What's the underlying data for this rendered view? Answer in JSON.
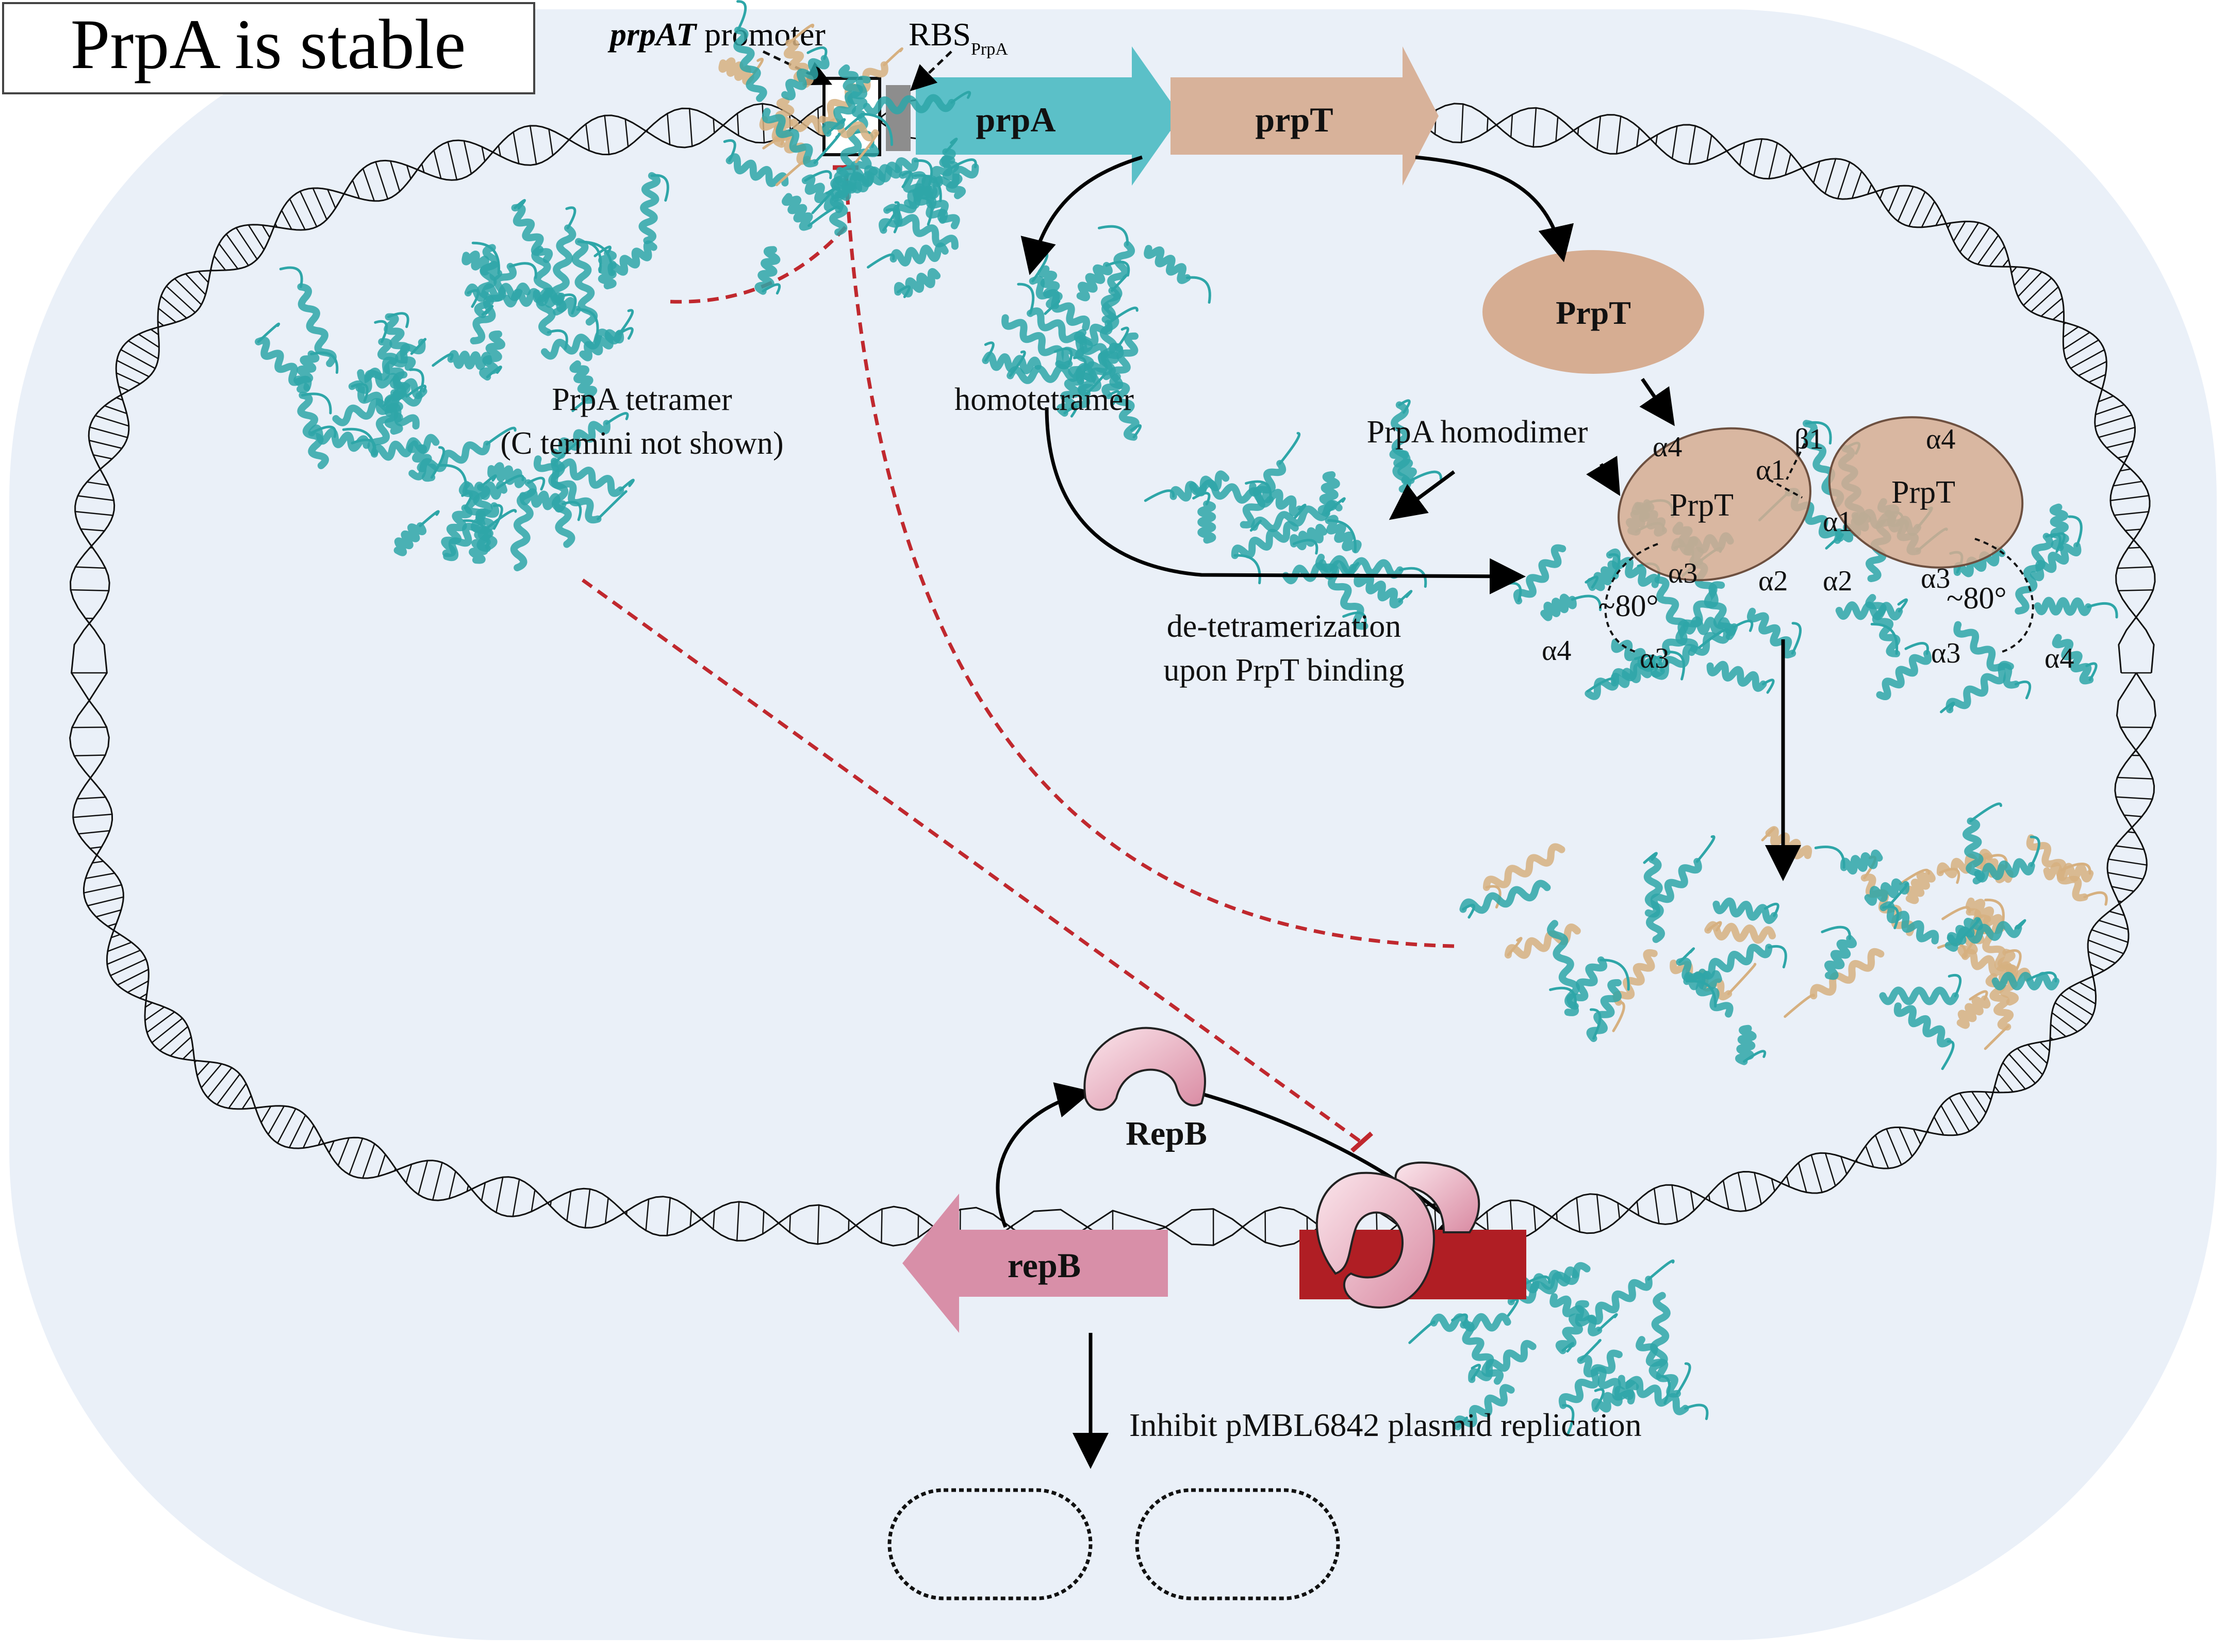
{
  "title": "PrpA is stable",
  "colors": {
    "cell_fill": "#eaf0f8",
    "prpA_gene": "#5bc0c8",
    "prpT_gene": "#d8b29a",
    "prpT_protein": "#d6ad92",
    "repB_gene": "#d88fa8",
    "ori_block": "#b01e24",
    "inhibition_line": "#c0282e",
    "protein_teal": "#2ea6a8",
    "protein_tan": "#d6b080"
  },
  "labels": {
    "promoter_italic": "prpAT",
    "promoter": " promoter",
    "rbs": "RBS",
    "rbs_sub": "PrpA",
    "prpA_gene": "prpA",
    "prpT_gene": "prpT",
    "prpT_protein": "PrpT",
    "tetramer_line1": "PrpA tetramer",
    "tetramer_line2": "(C termini not shown)",
    "homotetramer": "homotetramer",
    "homodimer": "PrpA homodimer",
    "detetra_line1": "de-tetramerization",
    "detetra_line2": "upon PrpT binding",
    "complex_prpT_left": "PrpT",
    "complex_prpT_right": "PrpT",
    "a4_top_left": "α4",
    "a4_top_right": "α4",
    "a1_left": "α1",
    "a1_right": "α1",
    "b1": "β1",
    "a3_upper_left": "α3",
    "a3_upper_right": "α3",
    "a2_left": "α2",
    "a2_right": "α2",
    "angle_left": "~80°",
    "angle_right": "~80°",
    "a4_bottom_left": "α4",
    "a4_bottom_right": "α4",
    "a3_lower_left": "α3",
    "a3_lower_right": "α3",
    "repB_protein": "RepB",
    "repB_gene": "repB",
    "inhibit": "Inhibit  pMBL6842 plasmid replication"
  }
}
